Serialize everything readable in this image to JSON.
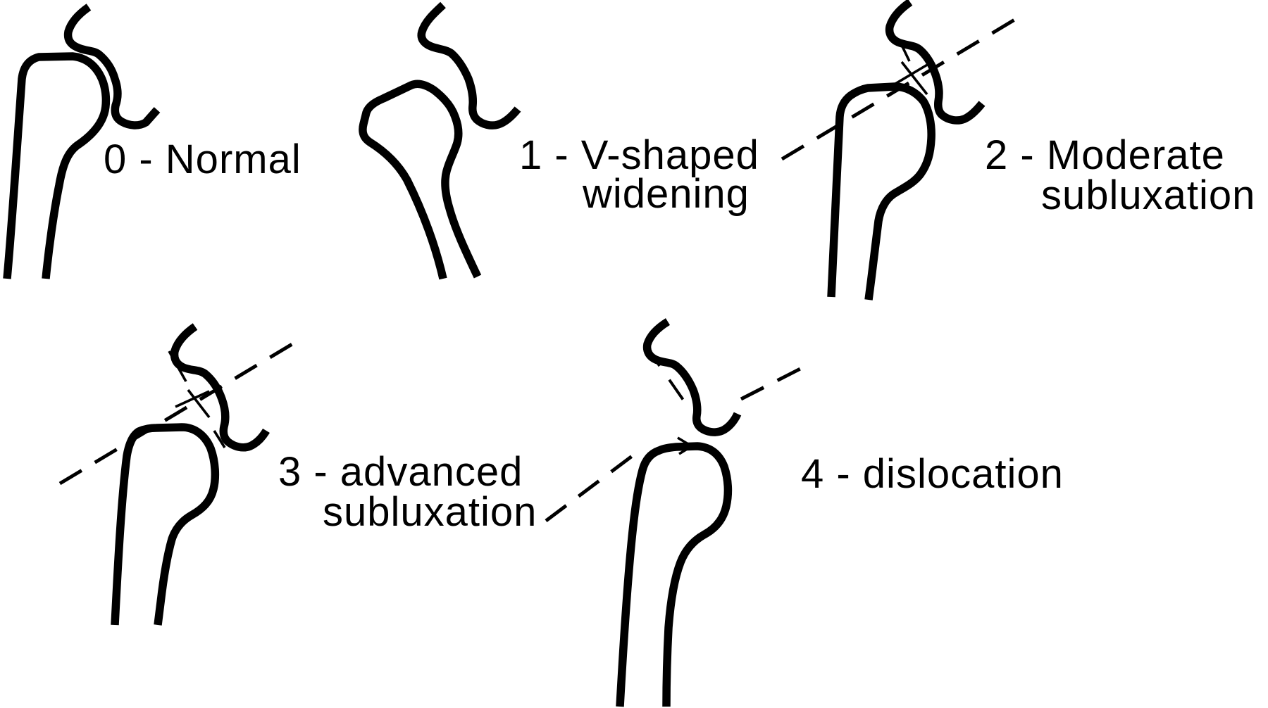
{
  "figure": {
    "background": "#ffffff",
    "ink": "#000000",
    "panels": [
      {
        "stage": "0",
        "line1": "0 - Normal",
        "line2": ""
      },
      {
        "stage": "1",
        "line1": "1 - V-shaped",
        "line2": "widening"
      },
      {
        "stage": "2",
        "line1": "2 - Moderate",
        "line2": "subluxation"
      },
      {
        "stage": "3",
        "line1": "3 - advanced",
        "line2": "subluxation"
      },
      {
        "stage": "4",
        "line1": "4 - dislocation",
        "line2": ""
      }
    ]
  }
}
